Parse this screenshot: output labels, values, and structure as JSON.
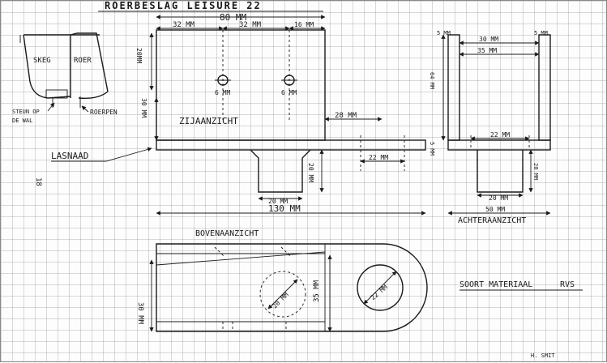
{
  "title": "ROERBESLAG LEISURE 22",
  "page_number": "18",
  "sketch": {
    "skeg": "SKEG",
    "roer": "ROER",
    "height": "20MM",
    "steun_line1": "STEUN OP",
    "steun_line2": "DE WAL",
    "roerpen": "ROERPEN"
  },
  "side_view": {
    "name": "ZIJAANZICHT",
    "lasnaad": "LASNAAD",
    "width_total": "80 MM",
    "left_offset": "32 MM",
    "hole_spacing": "32 MM",
    "right_offset": "16 MM",
    "hole1": "6 MM",
    "hole2": "6 MM",
    "plate_height": "30 MM",
    "tab_length": "28 MM",
    "tab_hole": "22 MM",
    "foot_height": "20 MM",
    "foot_width": "20 MM",
    "overall_length": "130 MM"
  },
  "rear_view": {
    "name": "ACHTERAANZICHT",
    "left_thickness": "5 MM",
    "right_thickness": "5 MM",
    "inner_width": "30 MM",
    "outer_width": "35 MM",
    "upright_height": "64 MM",
    "plate_thickness": "5 MM",
    "inner_tube": "22 MM",
    "tube_height": "20 MM",
    "tube_width": "20 MM",
    "base_width": "50 MM"
  },
  "top_view": {
    "name": "BOVENAANZICHT",
    "width_inner": "30 MM",
    "width_outer": "35 MM",
    "hole_small": "20 MM",
    "hole_large": "22 MM"
  },
  "material_label": "SOORT MATERIAAL",
  "material_value": "RVS",
  "author": "H. SMIT",
  "colors": {
    "ink": "#1a1a1a",
    "grid": "#9a9a9a",
    "paper": "#fdfdfd"
  }
}
